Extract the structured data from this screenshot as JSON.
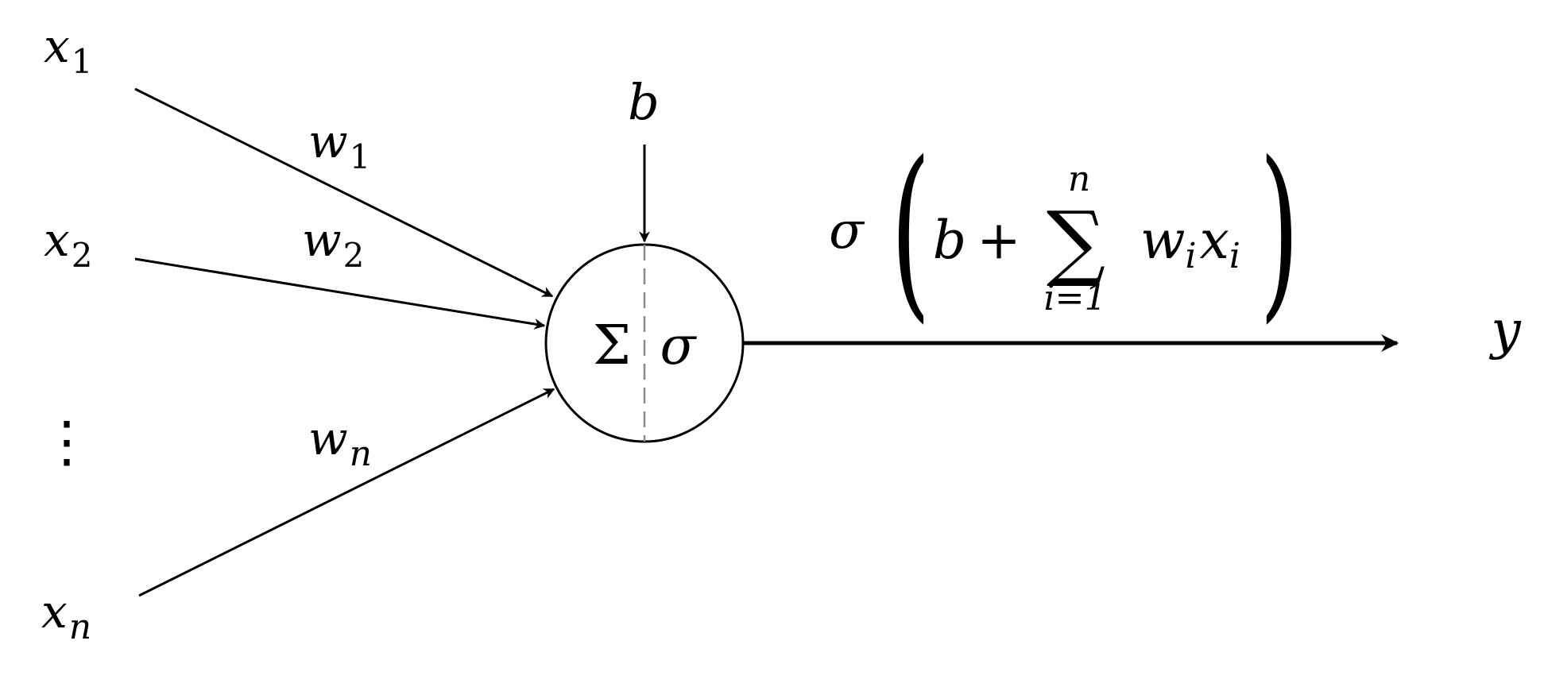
{
  "inputs": [
    {
      "var": "x",
      "sub": "1",
      "weight_var": "w",
      "weight_sub": "1"
    },
    {
      "var": "x",
      "sub": "2",
      "weight_var": "w",
      "weight_sub": "2"
    },
    {
      "var": "x",
      "sub": "n",
      "weight_var": "w",
      "weight_sub": "n"
    }
  ],
  "ellipsis": "⋮",
  "bias": "b",
  "neuron": {
    "sum_symbol": "Σ",
    "activation_symbol": "σ"
  },
  "formula": {
    "activation": "σ",
    "open_paren": "(",
    "bias": "b",
    "plus": "+",
    "sum_symbol": "∑",
    "sum_upper": "n",
    "sum_lower": "i=1",
    "term_w": "w",
    "term_w_sub": "i",
    "term_x": "x",
    "term_x_sub": "i",
    "close_paren": ")"
  },
  "output": "y",
  "colors": {
    "stroke": "#000000",
    "divider": "#8a8a8a",
    "background": "#ffffff"
  }
}
